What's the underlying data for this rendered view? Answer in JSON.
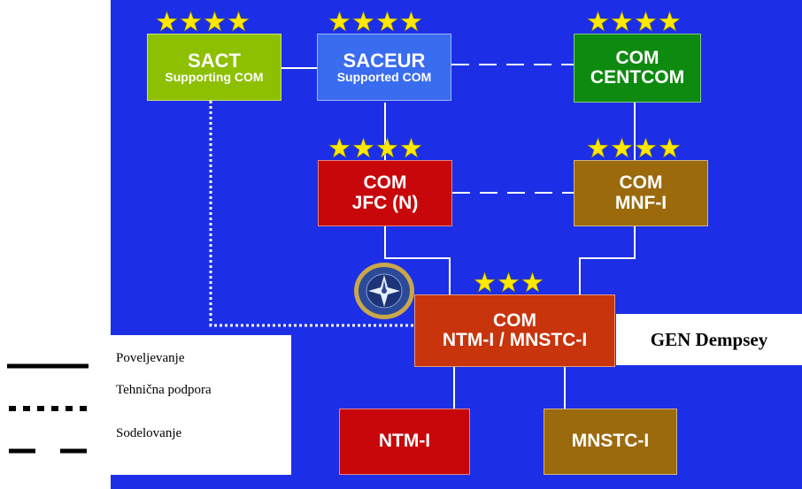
{
  "colors": {
    "background": "#1c2fe6",
    "sact": "#8dc000",
    "saceur": "#3a6cf0",
    "centcom": "#0f8a10",
    "jfc": "#c8070a",
    "mnf": "#9b6a0c",
    "ntm_command": "#c8340c",
    "ntm": "#c8070a",
    "mnstc": "#9b6a0c",
    "star": "#ffe800"
  },
  "nodes": {
    "sact": {
      "line1": "SACT",
      "line2": "Supporting COM",
      "stars": 4
    },
    "saceur": {
      "line1": "SACEUR",
      "line2": "Supported COM",
      "stars": 4
    },
    "centcom": {
      "line1": "COM",
      "line2": "CENTCOM",
      "stars": 4
    },
    "jfc": {
      "line1": "COM",
      "line2": "JFC (N)",
      "stars": 4
    },
    "mnf": {
      "line1": "COM",
      "line2": "MNF-I",
      "stars": 4
    },
    "ntm_command": {
      "line1": "COM",
      "line2": "NTM-I / MNSTC-I",
      "stars": 3
    },
    "ntm": {
      "line1": "NTM-I"
    },
    "mnstc": {
      "line1": "MNSTC-I"
    }
  },
  "commander": "GEN Dempsey",
  "legend": [
    {
      "label": "Poveljevanje",
      "style": "solid"
    },
    {
      "label": "Tehnična podpora",
      "style": "dotted"
    },
    {
      "label": "Sodelovanje",
      "style": "dashed"
    }
  ]
}
